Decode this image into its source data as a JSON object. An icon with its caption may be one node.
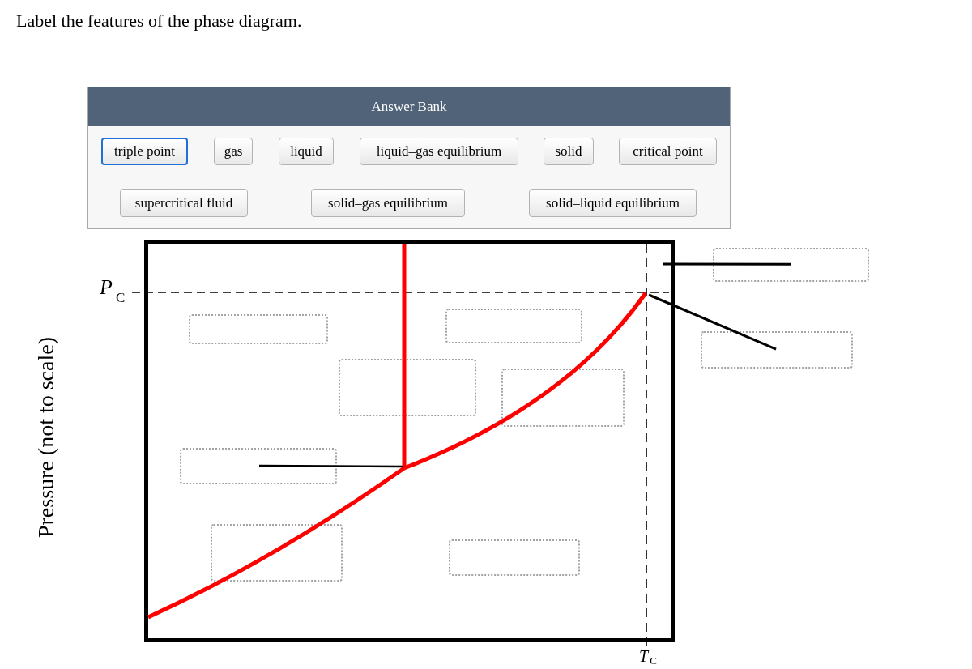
{
  "diagram": {
    "title": "Label the features of the phase diagram.",
    "nodes": [
      {
        "text": [
          "Answer Bank"
        ]
      },
      {
        "text": [
          "triple point"
        ],
        "in": 0
      },
      {
        "text": [
          "gas"
        ],
        "in": 0
      },
      {
        "text": [
          "liquid"
        ],
        "in": 0
      },
      {
        "text": [
          "liquid–gas equilibrium"
        ],
        "in": 0
      },
      {
        "text": [
          "solid"
        ],
        "in": 0
      },
      {
        "text": [
          "critical point"
        ],
        "in": 0
      },
      {
        "text": [
          "supercritical fluid"
        ],
        "in": 0
      },
      {
        "text": [
          "solid–gas equilibrium"
        ],
        "in": 0
      },
      {
        "text": [
          "solid–liquid equilibrium"
        ],
        "in": 0
      },
      {
        "text": [],
        "shape": "box"
      },
      {
        "text": [],
        "shape": "box",
        "in": 10
      },
      {
        "text": [],
        "shape": "box",
        "in": 10
      },
      {
        "text": [],
        "shape": "box",
        "in": 10
      },
      {
        "text": [],
        "shape": "box",
        "in": 10
      },
      {
        "text": [],
        "shape": "box",
        "in": 10
      },
      {
        "text": [],
        "shape": "box",
        "in": 10
      },
      {
        "text": [],
        "shape": "box",
        "in": 10
      },
      {
        "text": [],
        "shape": "box"
      },
      {
        "text": [],
        "shape": "box"
      }
    ],
    "edges": [
      {
        "from": 18,
        "to": null,
        "arrow": "none"
      },
      {
        "from": 19,
        "to": null,
        "arrow": "none"
      },
      {
        "from": 15,
        "to": null,
        "arrow": "none"
      }
    ],
    "labels": [
      "*P*$_{C}$",
      "Pressure (not to scale)",
      "*T*$_{C}$"
    ]
  }
}
